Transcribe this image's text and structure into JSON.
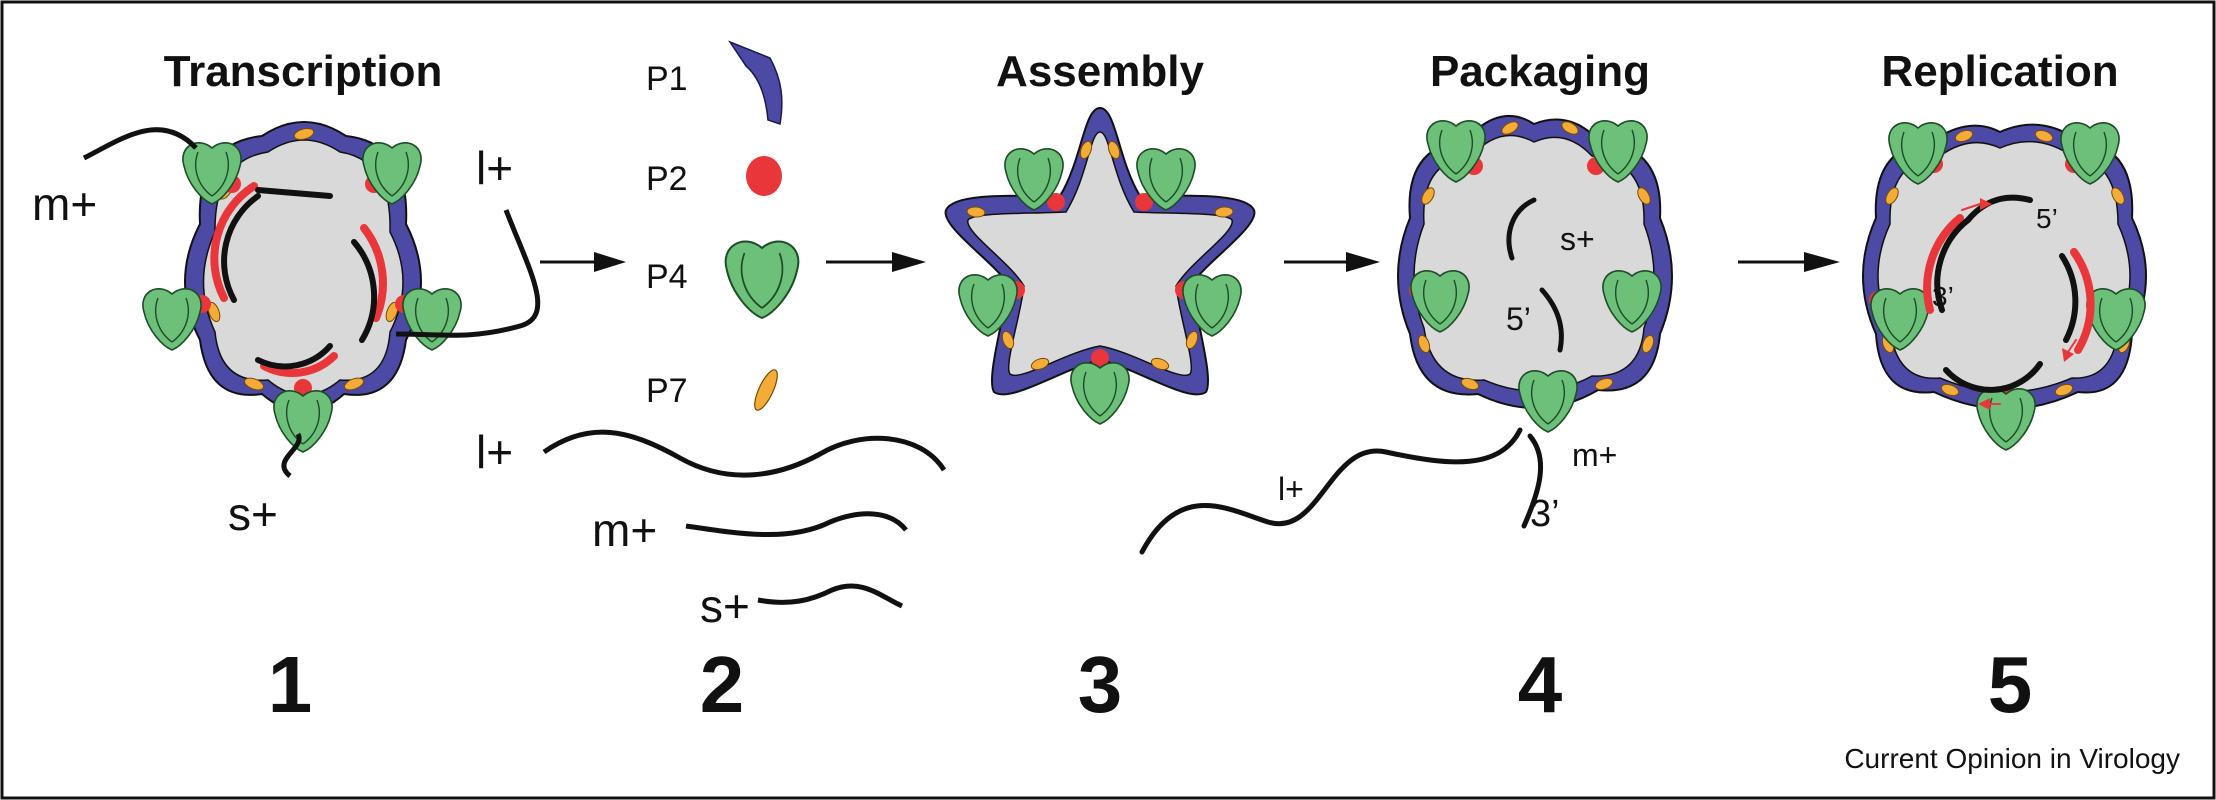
{
  "stages": [
    {
      "number": "1",
      "title": "Transcription"
    },
    {
      "number": "2",
      "title": ""
    },
    {
      "number": "3",
      "title": "Assembly"
    },
    {
      "number": "4",
      "title": "Packaging"
    },
    {
      "number": "5",
      "title": "Replication"
    }
  ],
  "legend": [
    {
      "label": "P1",
      "color": "#4d4aa6"
    },
    {
      "label": "P2",
      "color": "#e8363a"
    },
    {
      "label": "P4",
      "color": "#6cc07a"
    },
    {
      "label": "P7",
      "color": "#f4ac38"
    }
  ],
  "rna_labels": {
    "transcription": {
      "m": "m+",
      "l": "l+",
      "s": "s+"
    },
    "components": {
      "l": "l+",
      "m": "m+",
      "s": "s+"
    },
    "packaging": {
      "s": "s+",
      "five_prime": "5’",
      "l": "l+",
      "m": "m+",
      "three_prime": "3’"
    },
    "replication": {
      "five_prime": "5’",
      "three_prime": "3’"
    }
  },
  "colors": {
    "shell": "#4d4aa6",
    "interior": "#d9d9d9",
    "p2": "#e8363a",
    "p4": "#6cc07a",
    "p7": "#f4ac38",
    "rna": "#111111",
    "new_strand": "#e8363a"
  },
  "credit": "Current Opinion in Virology"
}
